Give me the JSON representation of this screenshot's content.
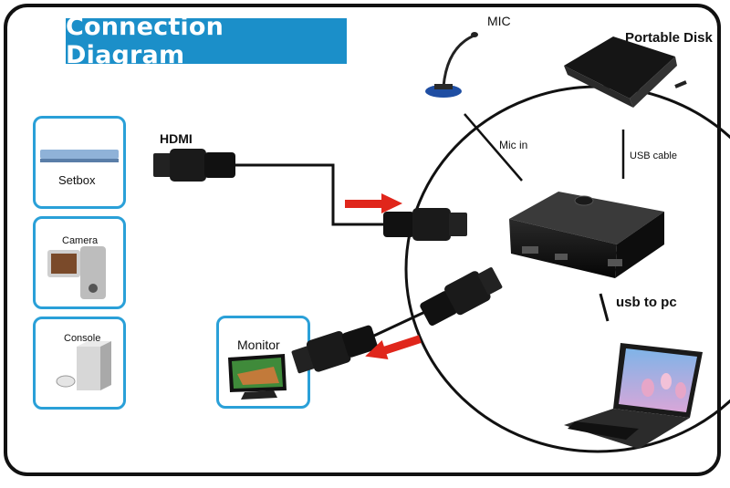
{
  "title": "Connection Diagram",
  "labels": {
    "hdmi": "HDMI",
    "mic": "MIC",
    "portable_disk": "Portable Disk",
    "mic_in": "Mic in",
    "usb_cable": "USB cable",
    "usb_to_pc": "usb to pc",
    "monitor": "Monitor"
  },
  "sources": [
    {
      "label": "Setbox"
    },
    {
      "label": "Camera"
    },
    {
      "label": "Console"
    }
  ],
  "colors": {
    "accent_blue": "#1b8fc9",
    "box_border": "#2aa0d8",
    "arrow_red": "#e0261b",
    "line": "#111111"
  }
}
